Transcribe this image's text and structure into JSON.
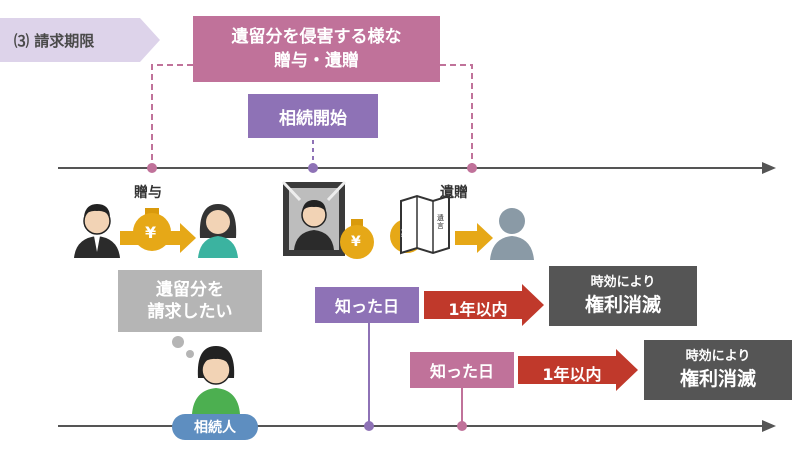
{
  "section_label": "⑶ 請求期限",
  "top_box": {
    "line1": "遺留分を侵害する様な",
    "line2": "贈与・遺贈"
  },
  "start_box": "相続開始",
  "gift_label": "贈与",
  "bequest_label": "遺贈",
  "yen_symbol": "¥",
  "will_text": "遺言",
  "bubble": {
    "line1": "遺留分を",
    "line2": "請求したい"
  },
  "heir_label": "相続人",
  "row1": {
    "known": "知った日",
    "period": "1年以内",
    "result_line1": "時効により",
    "result_line2": "権利消滅"
  },
  "row2": {
    "known": "知った日",
    "period": "1年以内",
    "result_line1": "時効により",
    "result_line2": "権利消滅"
  },
  "colors": {
    "pink": "#c0729a",
    "purple": "#8e72b6",
    "red": "#c0392b",
    "grey": "#555555",
    "gold": "#e6a817"
  }
}
